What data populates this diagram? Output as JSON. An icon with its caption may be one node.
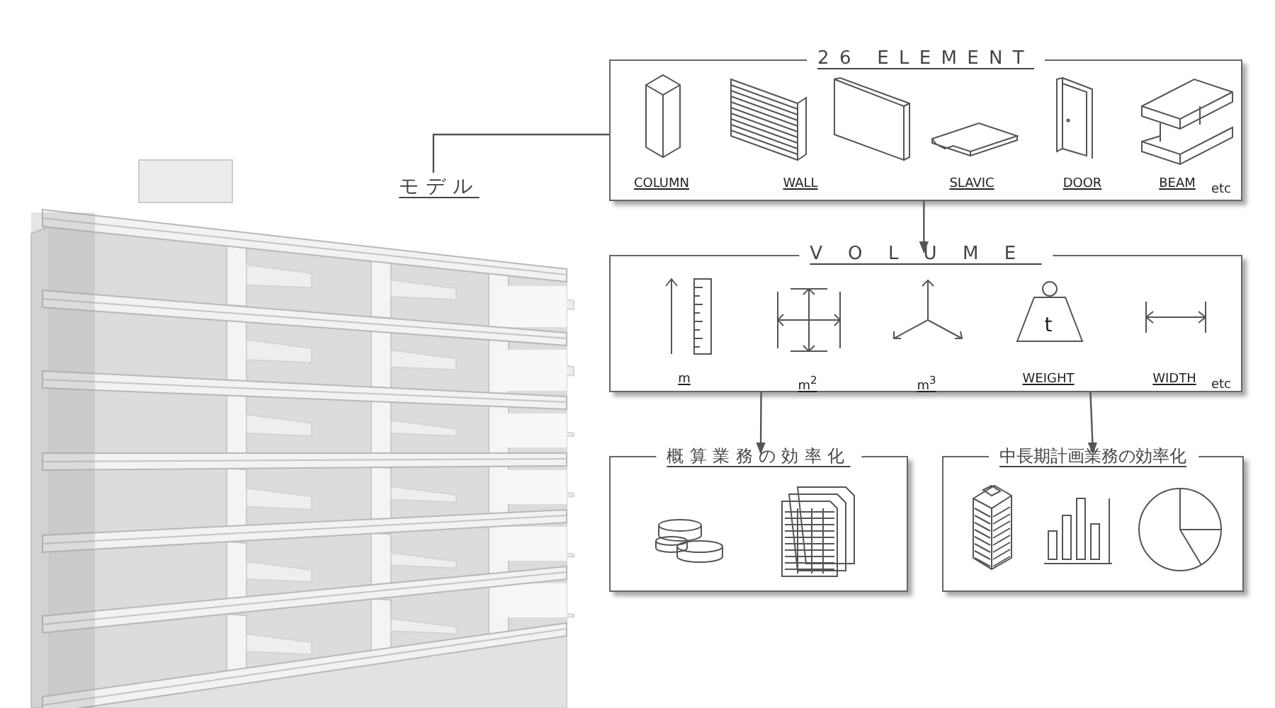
{
  "diagram": {
    "nodes": [
      {
        "text": [
          "モデル"
        ]
      },
      {
        "text": [
          "26 ELEMENT"
        ]
      },
      {
        "text": [
          "VOLUME"
        ]
      },
      {
        "text": [
          "概算業務の効率化"
        ]
      },
      {
        "text": [
          "中長期計画業務の効率化"
        ]
      }
    ],
    "edges": [
      {
        "from": 0,
        "to": 1,
        "arrow": "none"
      },
      {
        "from": 1,
        "to": 2,
        "arrow": "to"
      },
      {
        "from": 2,
        "to": 3,
        "arrow": "to"
      },
      {
        "from": 2,
        "to": 4,
        "arrow": "to"
      }
    ],
    "labels": [
      "COLUMN",
      "WALL",
      "SLAVIC",
      "DOOR",
      "BEAM",
      "etc",
      "m",
      "m$^{2}$",
      "m$^{3}$",
      "t",
      "WEIGHT",
      "WIDTH",
      "etc"
    ]
  }
}
